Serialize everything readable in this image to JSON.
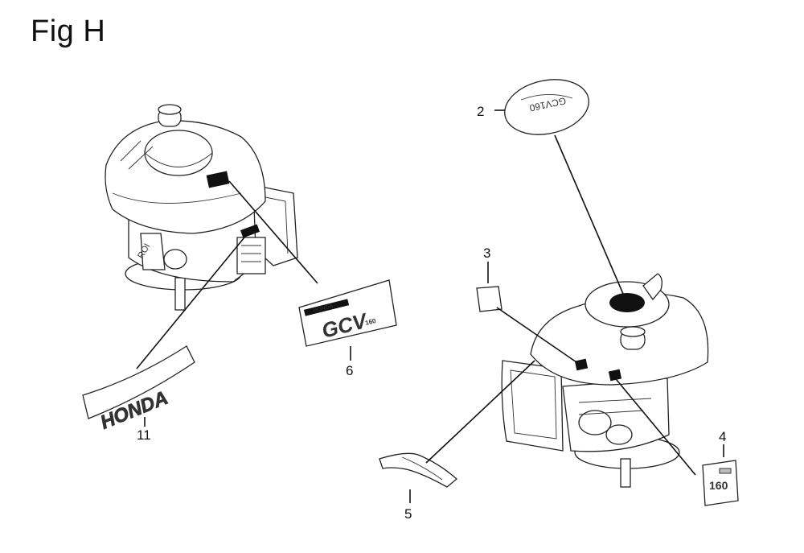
{
  "title": "Fig H",
  "callouts": {
    "c2": "2",
    "c3": "3",
    "c4": "4",
    "c5": "5",
    "c6": "6",
    "c11": "11"
  },
  "decals": {
    "honda_emblem": "HONDA",
    "gcv_label": "GCV",
    "gcv_brand": "HONDA",
    "gcv_sub": "160",
    "cap_text": "GCV160",
    "spec_text": "160"
  }
}
